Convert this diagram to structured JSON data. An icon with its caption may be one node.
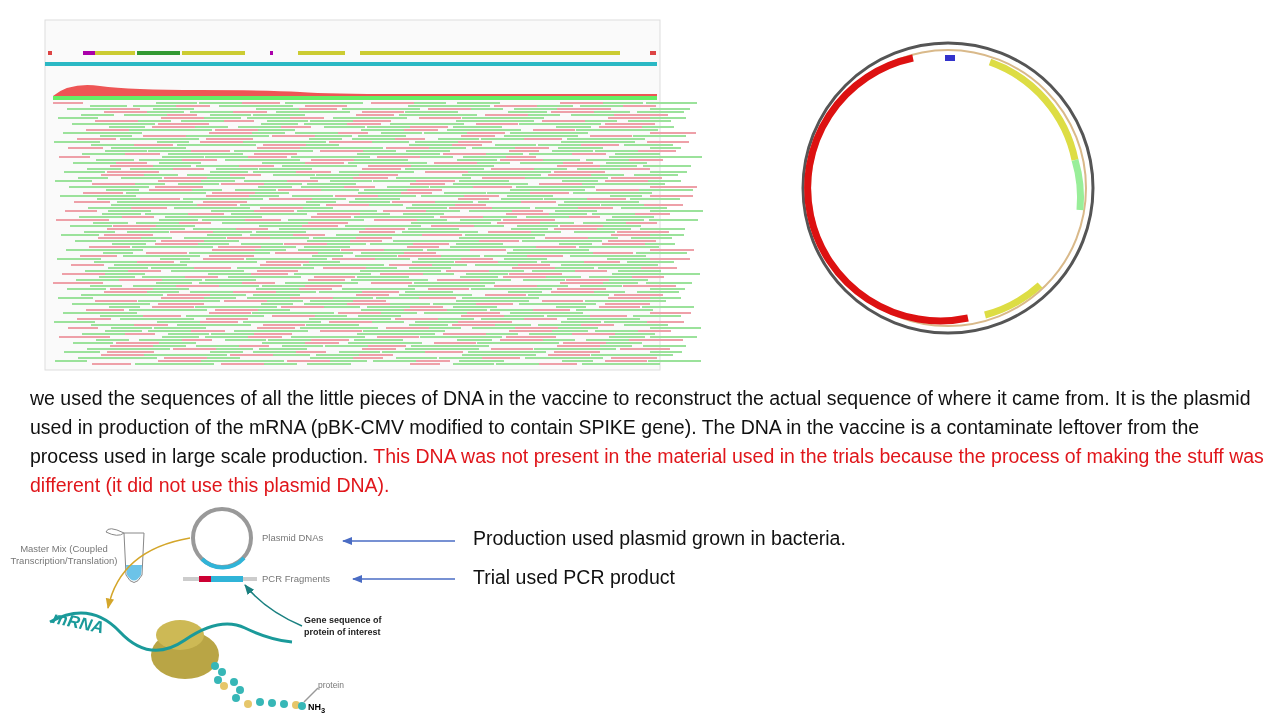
{
  "diagram": {
    "nodes": [
      {
        "text": [
          "Master Mix (Coupled Transcription/Translation)"
        ]
      },
      {
        "text": [],
        "shape": "circle"
      },
      {
        "text": [
          "Plasmid DNAs"
        ]
      },
      {
        "text": [],
        "shape": "bar"
      },
      {
        "text": [
          "PCR Fragments"
        ]
      },
      {
        "text": [
          "mRNA"
        ]
      },
      {
        "text": [
          "Gene sequence of protein of interest"
        ]
      },
      {
        "text": [
          "Production used plasmid grown in bacteria."
        ]
      },
      {
        "text": [
          "Trial used PCR product"
        ]
      },
      {
        "text": [],
        "shape": "picture"
      },
      {
        "text": [
          "protein"
        ]
      }
    ],
    "edges": [
      {
        "from": 1,
        "to": 5,
        "arrow": "to",
        "color": "#d4a62a"
      },
      {
        "from": 6,
        "to": 3,
        "arrow": "to",
        "color": "#1a8080"
      },
      {
        "from": 7,
        "to": 2,
        "arrow": "to",
        "color": "#4a6cc4"
      },
      {
        "from": 8,
        "to": 4,
        "arrow": "to",
        "color": "#4a6cc4"
      },
      {
        "from": 10,
        "to": 9,
        "arrow": "none"
      }
    ],
    "labels": [
      "we used the sequences of all the little pieces of DNA in the vaccine to reconstruct the actual sequence of where it came from. It is the plasmid used in production of the mRNA (pBK-CMV modified to contain SPIKE gene). The DNA in the vaccine is a contaminate leftover from the process used in large scale production.",
      "This DNA was not present in the material used in the trials because the process of making the stuff was different (it did not use this plasmid DNA).",
      "NH$_{3}$"
    ]
  }
}
